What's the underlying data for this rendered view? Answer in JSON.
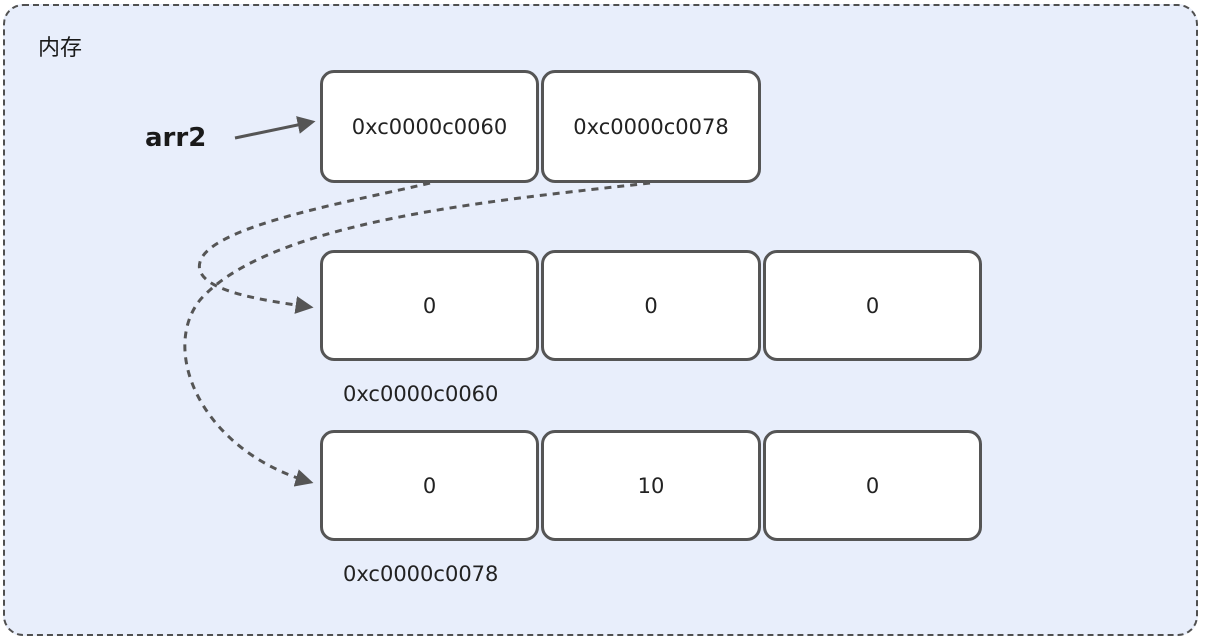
{
  "memory": {
    "title": "内存"
  },
  "variable": {
    "name": "arr2"
  },
  "pointer_array": {
    "cells": [
      "0xc0000c0060",
      "0xc0000c0078"
    ]
  },
  "arrays": [
    {
      "address": "0xc0000c0060",
      "cells": [
        "0",
        "0",
        "0"
      ]
    },
    {
      "address": "0xc0000c0078",
      "cells": [
        "0",
        "10",
        "0"
      ]
    }
  ],
  "colors": {
    "region_fill": "#e8eefb",
    "border": "#555555",
    "arrow": "#555555"
  }
}
